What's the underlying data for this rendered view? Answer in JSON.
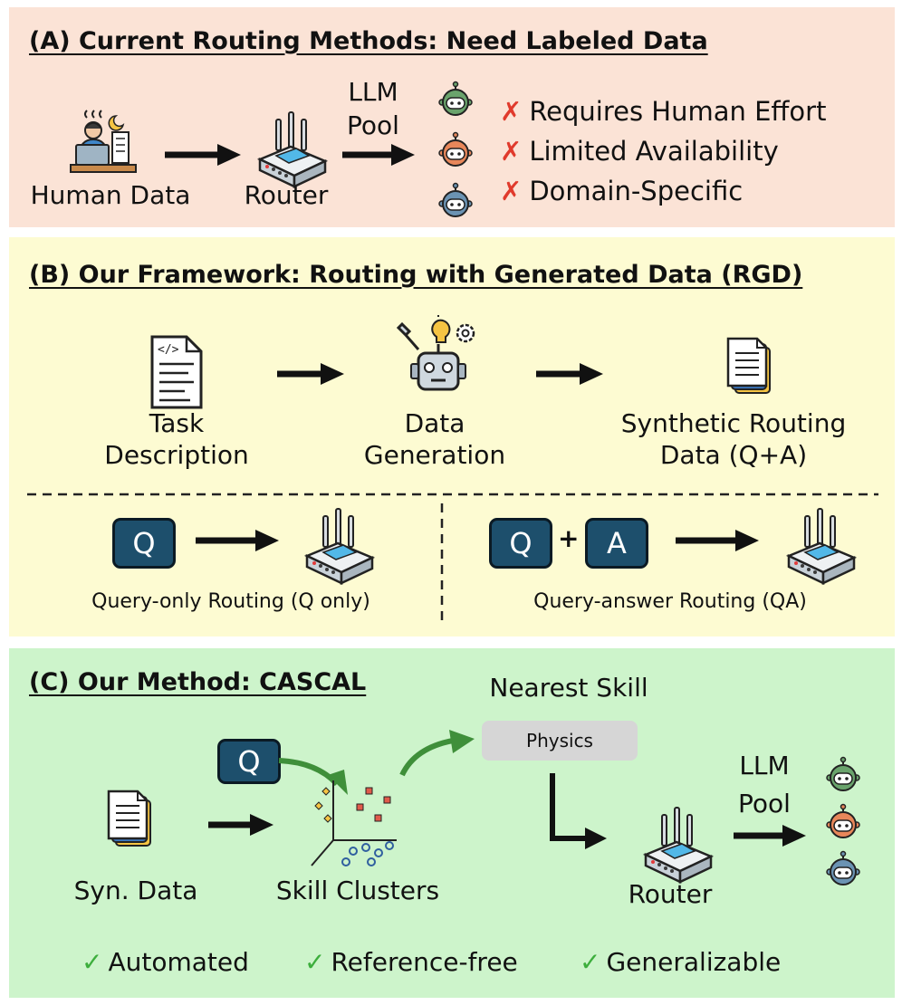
{
  "panel_a": {
    "title": "(A) Current Routing Methods: Need Labeled Data",
    "human_data_label": "Human Data",
    "router_label": "Router",
    "pool_label_line1": "LLM",
    "pool_label_line2": "Pool",
    "drawbacks": [
      {
        "mark": "✗",
        "text": "Requires Human Effort"
      },
      {
        "mark": "✗",
        "text": "Limited Availability"
      },
      {
        "mark": "✗",
        "text": "Domain-Specific"
      }
    ]
  },
  "panel_b": {
    "title": "(B) Our Framework: Routing with Generated Data (RGD)",
    "task_line1": "Task",
    "task_line2": "Description",
    "gen_line1": "Data",
    "gen_line2": "Generation",
    "syn_line1": "Synthetic Routing",
    "syn_line2": "Data (Q+A)",
    "q_letter": "Q",
    "a_letter": "A",
    "plus": "+",
    "query_only_label": "Query-only Routing (Q only)",
    "query_answer_label": "Query-answer Routing (QA)"
  },
  "panel_c": {
    "title": "(C) Our Method: CASCAL",
    "nearest_skill": "Nearest Skill",
    "skill_name": "Physics",
    "q_letter": "Q",
    "syn_data_label": "Syn. Data",
    "skill_clusters_label": "Skill Clusters",
    "router_label": "Router",
    "pool_label_line1": "LLM",
    "pool_label_line2": "Pool",
    "benefits": [
      {
        "mark": "✓",
        "text": "Automated"
      },
      {
        "mark": "✓",
        "text": "Reference-free"
      },
      {
        "mark": "✓",
        "text": "Generalizable"
      }
    ]
  },
  "colors": {
    "panel_a_bg": "#fbe3d6",
    "panel_b_bg": "#fdfbd2",
    "panel_c_bg": "#cdf4cb",
    "robot_green": "#6aa36c",
    "robot_orange": "#e8875a",
    "robot_blue": "#6b93b3",
    "query_box": "#1d4f6c",
    "cross_red": "#e03a2c",
    "check_green": "#3cae3c",
    "curve_arrow": "#3f8f3a"
  },
  "icons": [
    "human-worker-icon",
    "router-icon",
    "robot-icon",
    "document-code-icon",
    "robot-gear-icon",
    "documents-stack-icon",
    "scatter-clusters-icon"
  ]
}
